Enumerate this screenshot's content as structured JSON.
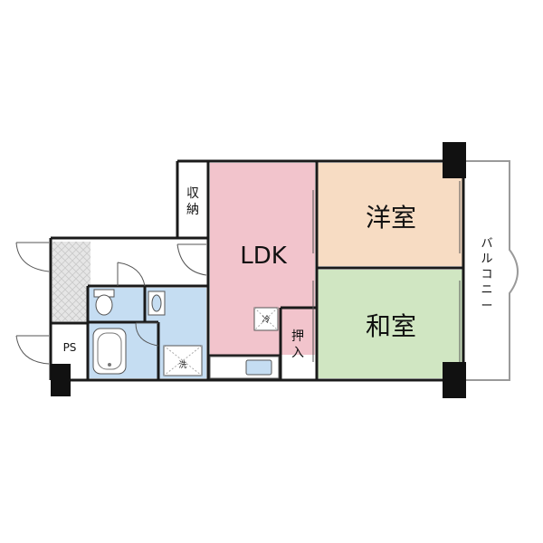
{
  "rooms": {
    "ldk": "LDK",
    "western": "洋室",
    "japanese": "和室",
    "storage": [
      "収",
      "納"
    ],
    "closet": [
      "押",
      "入"
    ],
    "balcony": [
      "バ",
      "ル",
      "コ",
      "ニ",
      "ー"
    ],
    "ps": "PS",
    "fridge_mark": "冷",
    "washer_mark": "洗"
  },
  "colors": {
    "ldk": "#f2c4cc",
    "western": "#f7dcc3",
    "japanese": "#d0e6c2",
    "wet_area": "#c5ddf2",
    "entrance_tile": "#e3e3e3",
    "wall": "#1a1a1a",
    "balcony_outline": "#9a9a9a"
  }
}
